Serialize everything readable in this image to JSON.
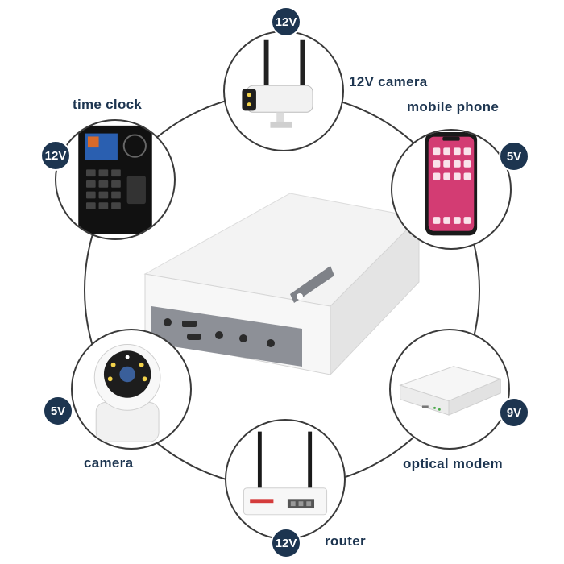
{
  "devices": {
    "camera_12v": {
      "label": "12V camera",
      "voltage": "12V"
    },
    "mobile_phone": {
      "label": "mobile phone",
      "voltage": "5V"
    },
    "time_clock": {
      "label": "time clock",
      "voltage": "12V"
    },
    "camera_5v": {
      "label": "camera",
      "voltage": "5V"
    },
    "optical_modem": {
      "label": "optical modem",
      "voltage": "9V"
    },
    "router": {
      "label": "router",
      "voltage": "12V"
    }
  },
  "colors": {
    "badge": "#1d3550",
    "label": "#1d3550",
    "ring": "#3a3a3a"
  },
  "icons": [
    "bullet-camera-icon",
    "smartphone-icon",
    "time-clock-icon",
    "dome-camera-icon",
    "modem-icon",
    "router-icon",
    "power-bank-icon"
  ]
}
